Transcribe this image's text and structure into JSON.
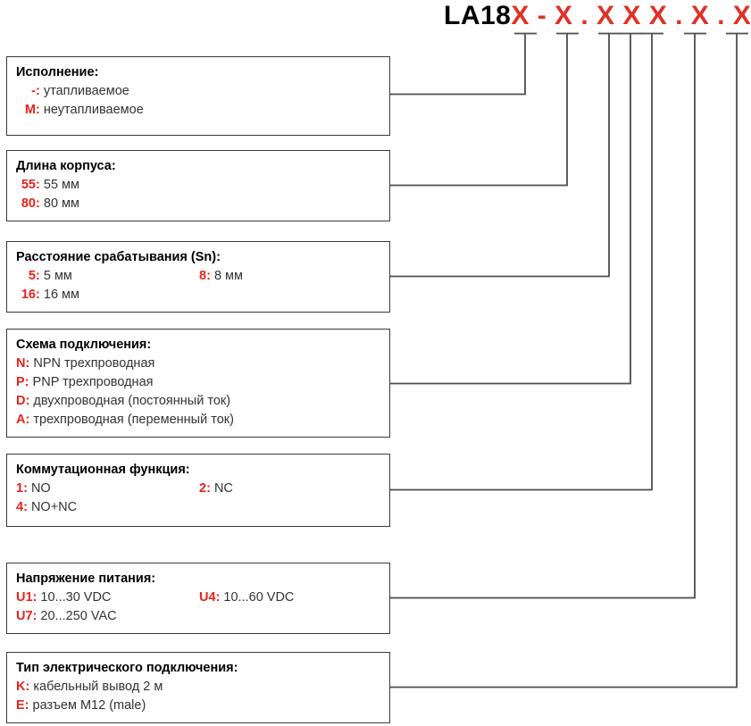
{
  "header": {
    "prefix": "LA18",
    "variables": "X - X . X X X . X . X",
    "full_code": "LA18X - X . X X X . X . X"
  },
  "colors": {
    "code_red": "#e8231c",
    "text_dark": "#231f20",
    "box_border": "#3a3a3a",
    "connector": "#4d4d4d"
  },
  "boxes": [
    {
      "id": "execution",
      "title": "Исполнение:",
      "options": [
        {
          "code": "-",
          "desc": "утапливаемое",
          "column": "a"
        },
        {
          "code": "M",
          "desc": "неутапливаемое",
          "column": "a"
        }
      ]
    },
    {
      "id": "housing-length",
      "title": "Длина корпуса:",
      "options": [
        {
          "code": "55",
          "desc": "55 мм",
          "column": "a"
        },
        {
          "code": "80",
          "desc": "80 мм",
          "column": "a"
        }
      ]
    },
    {
      "id": "sensing-distance",
      "title": "Расстояние срабатывания (Sn):",
      "options": [
        {
          "code": "5",
          "desc": "5 мм",
          "column": "a"
        },
        {
          "code": "8",
          "desc": "8 мм",
          "column": "b"
        },
        {
          "code": "16",
          "desc": "16 мм",
          "column": "a"
        }
      ]
    },
    {
      "id": "connection-scheme",
      "title": "Схема подключения:",
      "options": [
        {
          "code": "N",
          "desc": "NPN трехпроводная",
          "column": "a"
        },
        {
          "code": "P",
          "desc": "PNP трехпроводная",
          "column": "a"
        },
        {
          "code": "D",
          "desc": "двухпроводная (постоянный ток)",
          "column": "a"
        },
        {
          "code": "A",
          "desc": "трехпроводная (переменный ток)",
          "column": "a"
        }
      ]
    },
    {
      "id": "switching-function",
      "title": "Коммутационная функция:",
      "options": [
        {
          "code": "1",
          "desc": "NO",
          "column": "a"
        },
        {
          "code": "2",
          "desc": "NC",
          "column": "b"
        },
        {
          "code": "4",
          "desc": "NO+NC",
          "column": "a"
        }
      ]
    },
    {
      "id": "supply-voltage",
      "title": "Напряжение питания:",
      "options": [
        {
          "code": "U1",
          "desc": "10...30 VDC",
          "column": "a"
        },
        {
          "code": "U4",
          "desc": "10...60 VDC",
          "column": "b"
        },
        {
          "code": "U7",
          "desc": "20...250 VAC",
          "column": "a"
        }
      ]
    },
    {
      "id": "electrical-connection",
      "title": "Тип электрического подключения:",
      "options": [
        {
          "code": "K",
          "desc": "кабельный вывод 2 м",
          "column": "a"
        },
        {
          "code": "E",
          "desc": "разъем M12 (male)",
          "column": "a"
        }
      ]
    }
  ]
}
